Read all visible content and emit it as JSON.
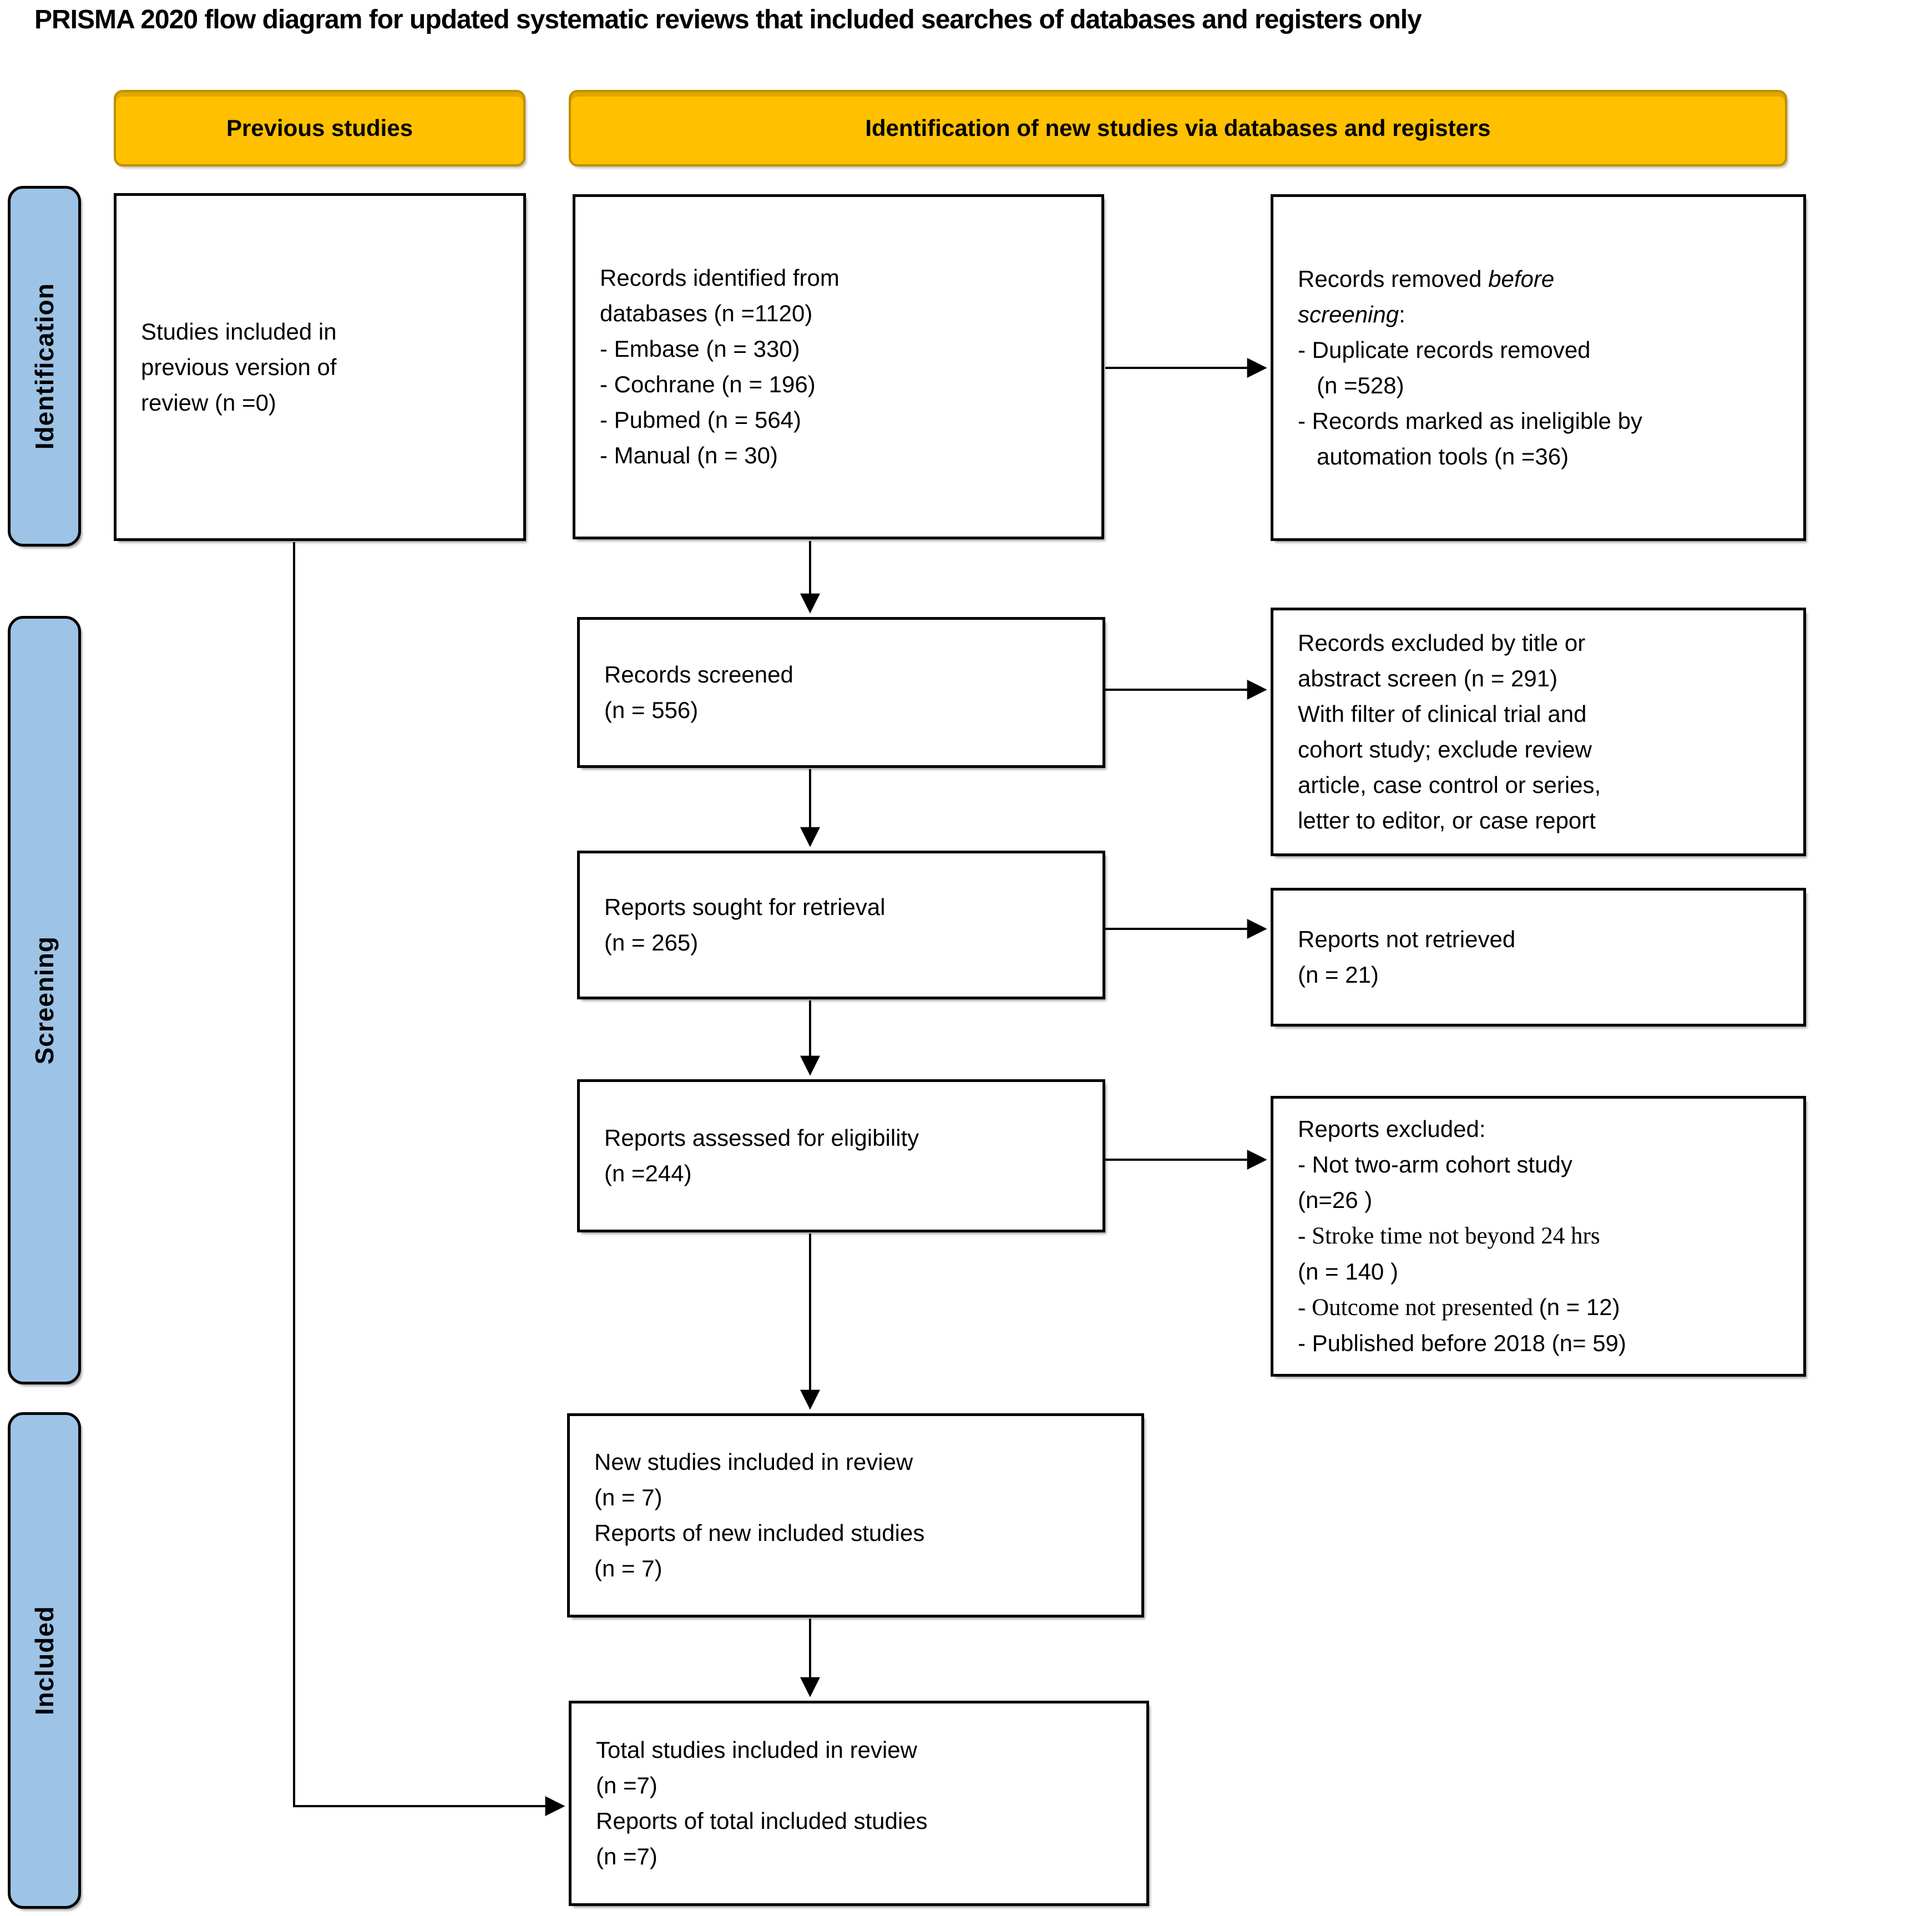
{
  "title": "PRISMA 2020 flow diagram for updated systematic reviews that included searches of databases and registers only",
  "headers": {
    "previous": "Previous studies",
    "identification_new": "Identification of new studies via databases and registers"
  },
  "stages": {
    "identification": "Identification",
    "screening": "Screening",
    "included": "Included"
  },
  "boxes": {
    "previous_studies": {
      "lines": [
        "Studies included in",
        "previous version of",
        "review (n =0)"
      ]
    },
    "records_identified": {
      "lines": [
        "Records identified from",
        "databases (n =1120)",
        "- Embase (n = 330)",
        "- Cochrane (n = 196)",
        "- Pubmed (n = 564)",
        "- Manual (n = 30)"
      ]
    },
    "records_removed": {
      "lines": [
        [
          {
            "t": "Records removed "
          },
          {
            "t": "before",
            "style": "italic"
          }
        ],
        [
          {
            "t": "screening",
            "style": "italic"
          },
          {
            "t": ":"
          }
        ],
        [
          {
            "t": "- Duplicate records removed"
          }
        ],
        [
          {
            "t": "(n =528)",
            "indent": true
          }
        ],
        [
          {
            "t": "- Records marked as ineligible by"
          }
        ],
        [
          {
            "t": "automation tools (n =36)",
            "indent": true
          }
        ]
      ]
    },
    "records_screened": {
      "lines": [
        "Records screened",
        "(n = 556)"
      ]
    },
    "records_excluded_title_abstract": {
      "lines": [
        "Records excluded by title or",
        "abstract screen (n = 291)",
        "With filter of clinical trial and",
        "cohort study; exclude review",
        "article, case control or series,",
        "letter to editor, or case report"
      ]
    },
    "reports_sought": {
      "lines": [
        "Reports sought for retrieval",
        "(n = 265)"
      ]
    },
    "reports_not_retrieved": {
      "lines": [
        "Reports not retrieved",
        "(n = 21)"
      ]
    },
    "reports_assessed": {
      "lines": [
        "Reports assessed for eligibility",
        "(n =244)"
      ]
    },
    "reports_excluded": {
      "lines": [
        [
          {
            "t": "Reports excluded:"
          }
        ],
        [
          {
            "t": "- Not two-arm cohort study"
          }
        ],
        [
          {
            "t": "(n=26 )"
          }
        ],
        [
          {
            "t": "- Stroke time not beyond 24 hrs",
            "style": "serif"
          }
        ],
        [
          {
            "t": "(n = 140 )"
          }
        ],
        [
          {
            "t": "- Outcome not presented ",
            "style": "serif"
          },
          {
            "t": "(n = 12)"
          }
        ],
        [
          {
            "t": "- Published before 2018 (n= 59)"
          }
        ]
      ]
    },
    "new_studies": {
      "lines": [
        "New studies included in review",
        "(n = 7)",
        "Reports of new included studies",
        "(n = 7)"
      ]
    },
    "total_studies": {
      "lines": [
        "Total studies included in review",
        "(n =7)",
        "Reports of total included studies",
        "(n =7)"
      ]
    }
  },
  "colors": {
    "header_fill": "#FFC000",
    "header_border": "#BF9000",
    "stage_fill": "#9DC3E6",
    "box_border": "#000000",
    "background": "#FFFFFF"
  }
}
